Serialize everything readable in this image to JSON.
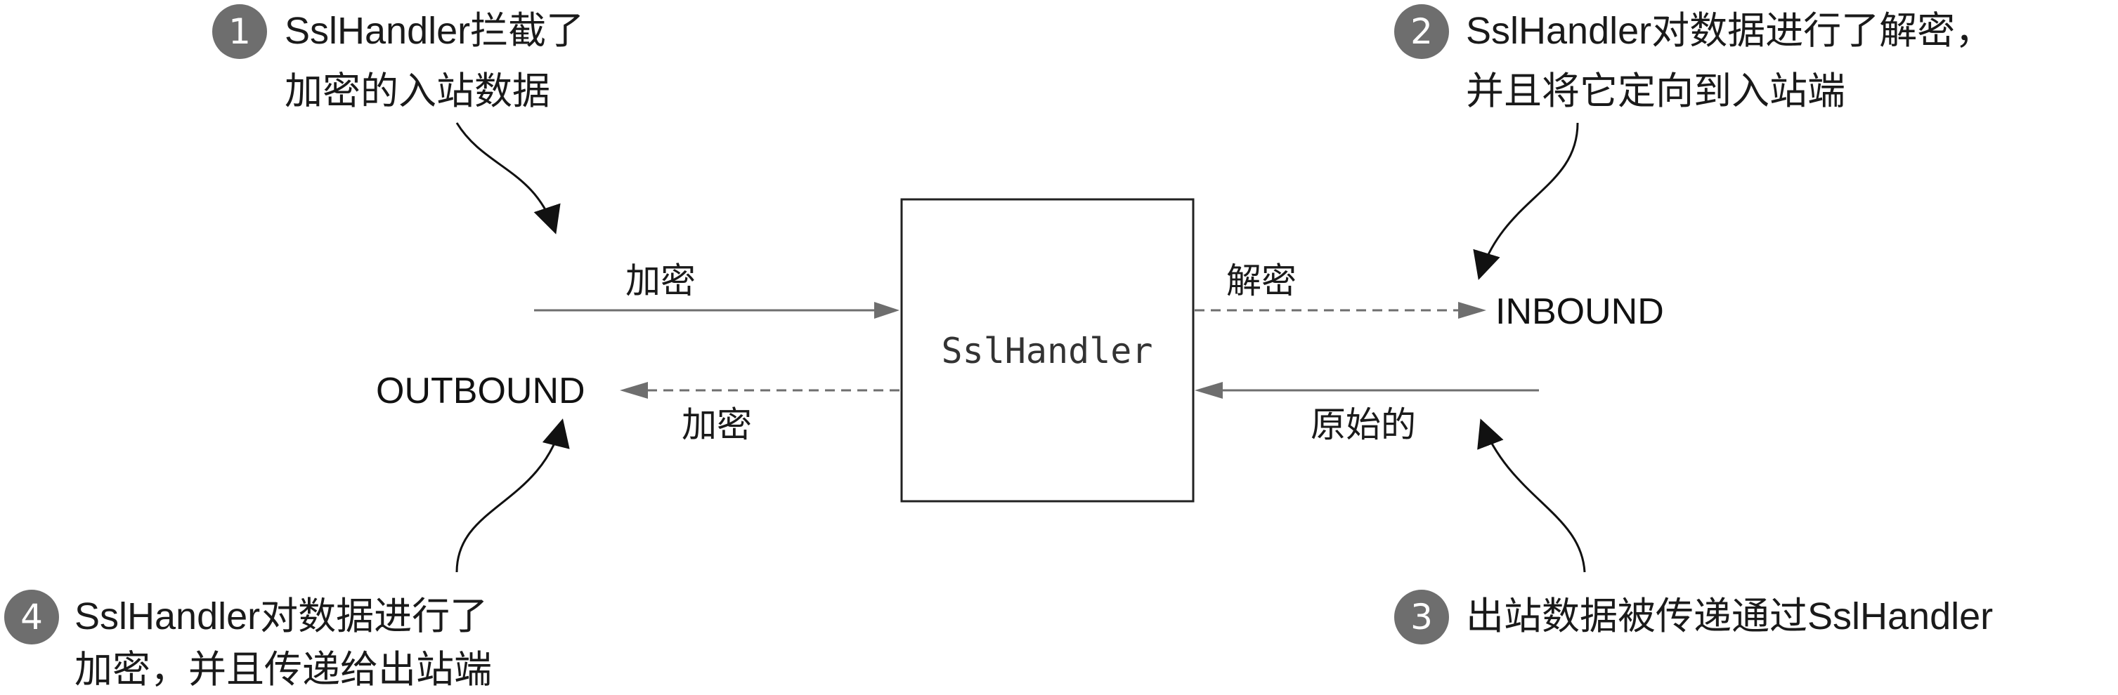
{
  "handler": {
    "label": "SslHandler"
  },
  "flows": {
    "inbound_in_label": "加密",
    "inbound_out_label": "解密",
    "outbound_in_label": "原始的",
    "outbound_out_label": "加密",
    "inbound_end": "INBOUND",
    "outbound_end": "OUTBOUND"
  },
  "callouts": [
    {
      "number": "1",
      "lines": [
        "SslHandler拦截了",
        "加密的入站数据"
      ]
    },
    {
      "number": "2",
      "lines": [
        "SslHandler对数据进行了解密，",
        "并且将它定向到入站端"
      ]
    },
    {
      "number": "3",
      "lines": [
        "出站数据被传递通过SslHandler"
      ]
    },
    {
      "number": "4",
      "lines": [
        "SslHandler对数据进行了",
        "加密，并且传递给出站端"
      ]
    }
  ],
  "colors": {
    "badge": "#6e6e6e",
    "arrow": "#6e6e6e",
    "text": "#1a1a1a"
  }
}
